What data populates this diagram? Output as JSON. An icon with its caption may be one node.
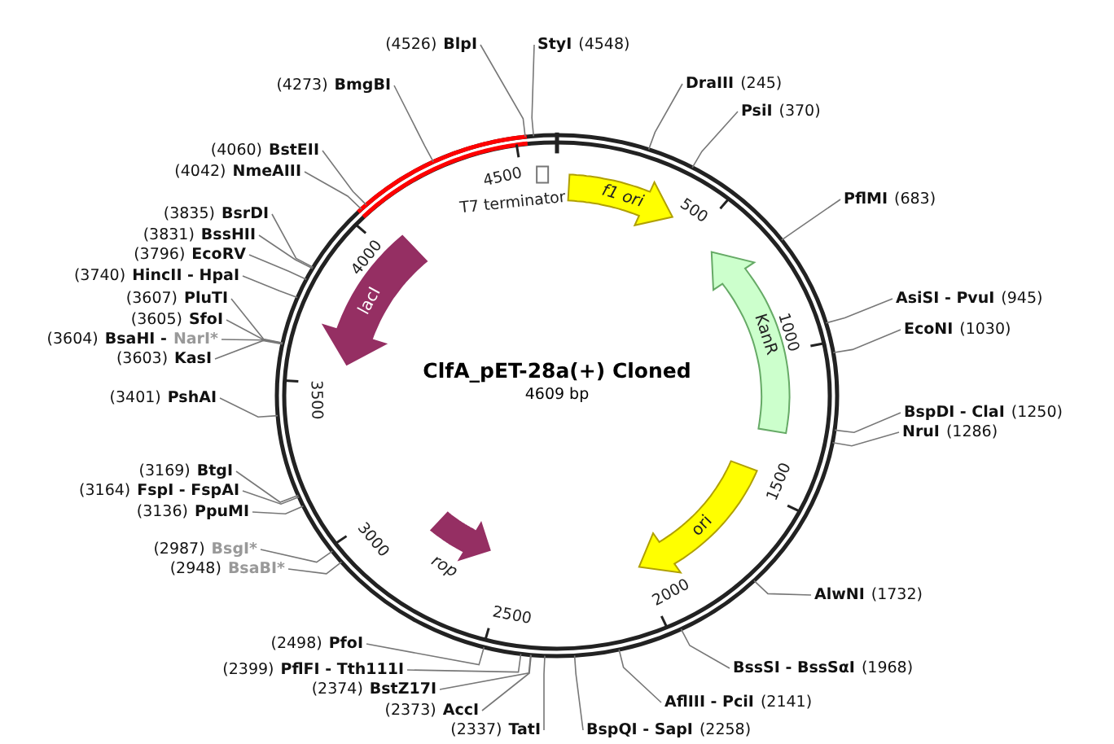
{
  "diagram": {
    "title": "ClfA_pET-28a(+) Cloned",
    "nodes": [
      {
        "text": [
          "(4526)",
          "BlpI"
        ]
      },
      {
        "text": [
          "StyI",
          "(4548)"
        ]
      },
      {
        "text": [
          "(4273)",
          "BmgBI"
        ]
      },
      {
        "text": [
          "DraIII",
          "(245)"
        ]
      },
      {
        "text": [
          "PsiI",
          "(370)"
        ]
      },
      {
        "text": [
          "(4060)",
          "BstEII"
        ]
      },
      {
        "text": [
          "(4042)",
          "NmeAIII"
        ]
      },
      {
        "text": [
          "T7 terminator"
        ]
      },
      {
        "text": [
          "f1 ori"
        ]
      },
      {
        "text": [
          "PflMI",
          "(683)"
        ]
      },
      {
        "text": [
          "(3835)",
          "BsrDI"
        ]
      },
      {
        "text": [
          "(3831)",
          "BssHII"
        ]
      },
      {
        "text": [
          "(3796)",
          "EcoRV"
        ]
      },
      {
        "text": [
          "(3740)",
          "HincII - HpaI"
        ]
      },
      {
        "text": [
          "lacI"
        ]
      },
      {
        "text": [
          "KanR"
        ]
      },
      {
        "text": [
          "(3607)",
          "PluTI"
        ]
      },
      {
        "text": [
          "AsiSI - PvuI",
          "(945)"
        ]
      },
      {
        "text": [
          "(3605)",
          "SfoI"
        ]
      },
      {
        "text": [
          "(3604)",
          "BsaHI -",
          "NarI*"
        ]
      },
      {
        "text": [
          "EcoNI",
          "(1030)"
        ]
      },
      {
        "text": [
          "(3603)",
          "KasI"
        ]
      },
      {
        "text": [
          "(3401)",
          "PshAI"
        ]
      },
      {
        "text": [
          "BspDI - ClaI",
          "(1250)"
        ]
      },
      {
        "text": [
          "NruI",
          "(1286)"
        ]
      },
      {
        "text": [
          "ori"
        ]
      },
      {
        "text": [
          "(3169)",
          "BtgI"
        ]
      },
      {
        "text": [
          "(3164)",
          "FspI - FspAI"
        ]
      },
      {
        "text": [
          "(3136)",
          "PpuMI"
        ]
      },
      {
        "text": [
          "rop"
        ]
      },
      {
        "text": [
          "(2987)",
          "BsgI*"
        ]
      },
      {
        "text": [
          "(2948)",
          "BsaBI*"
        ]
      },
      {
        "text": [
          "AlwNI",
          "(1732)"
        ]
      },
      {
        "text": [
          "(2498)",
          "PfoI"
        ]
      },
      {
        "text": [
          "BssSI - BssSαI",
          "(1968)"
        ]
      },
      {
        "text": [
          "(2399)",
          "PflFI - Tth111I"
        ]
      },
      {
        "text": [
          "(2374)",
          "BstZ17I"
        ]
      },
      {
        "text": [
          "AflIII - PciI",
          "(2141)"
        ]
      },
      {
        "text": [
          "(2373)",
          "AccI"
        ]
      },
      {
        "text": [
          "(2337)",
          "TatI"
        ]
      },
      {
        "text": [
          "BspQI - SapI",
          "(2258)"
        ]
      }
    ],
    "edges": [
      {
        "from": 0,
        "to": null,
        "arrow": "none"
      },
      {
        "from": 1,
        "to": null,
        "arrow": "none"
      },
      {
        "from": 2,
        "to": null,
        "arrow": "none"
      },
      {
        "from": 3,
        "to": null,
        "arrow": "none"
      },
      {
        "from": 4,
        "to": null,
        "arrow": "none"
      },
      {
        "from": 5,
        "to": null,
        "arrow": "none"
      },
      {
        "from": 6,
        "to": null,
        "arrow": "none"
      },
      {
        "from": 9,
        "to": null,
        "arrow": "none"
      },
      {
        "from": 10,
        "to": null,
        "arrow": "none"
      },
      {
        "from": 11,
        "to": null,
        "arrow": "none"
      },
      {
        "from": 12,
        "to": null,
        "arrow": "none"
      },
      {
        "from": 13,
        "to": null,
        "arrow": "none"
      },
      {
        "from": 16,
        "to": null,
        "arrow": "none"
      },
      {
        "from": 17,
        "to": null,
        "arrow": "none"
      },
      {
        "from": 18,
        "to": null,
        "arrow": "none"
      },
      {
        "from": 19,
        "to": null,
        "arrow": "none"
      },
      {
        "from": 20,
        "to": null,
        "arrow": "none"
      },
      {
        "from": 21,
        "to": null,
        "arrow": "none"
      },
      {
        "from": 22,
        "to": null,
        "arrow": "none"
      },
      {
        "from": 23,
        "to": null,
        "arrow": "none"
      },
      {
        "from": 24,
        "to": null,
        "arrow": "none"
      },
      {
        "from": 26,
        "to": null,
        "arrow": "none"
      },
      {
        "from": 27,
        "to": null,
        "arrow": "none"
      },
      {
        "from": 28,
        "to": null,
        "arrow": "none"
      },
      {
        "from": 30,
        "to": null,
        "arrow": "none"
      },
      {
        "from": 31,
        "to": null,
        "arrow": "none"
      },
      {
        "from": 32,
        "to": null,
        "arrow": "none"
      },
      {
        "from": 33,
        "to": null,
        "arrow": "none"
      },
      {
        "from": 34,
        "to": null,
        "arrow": "none"
      },
      {
        "from": 35,
        "to": null,
        "arrow": "none"
      },
      {
        "from": 36,
        "to": null,
        "arrow": "none"
      },
      {
        "from": 37,
        "to": null,
        "arrow": "none"
      },
      {
        "from": 38,
        "to": null,
        "arrow": "none"
      },
      {
        "from": 39,
        "to": null,
        "arrow": "none"
      },
      {
        "from": 40,
        "to": null,
        "arrow": "none"
      }
    ],
    "labels": [
      "4609 bp",
      "500",
      "1000",
      "1500",
      "2000",
      "2500",
      "3000",
      "3500",
      "4000",
      "4500"
    ]
  }
}
